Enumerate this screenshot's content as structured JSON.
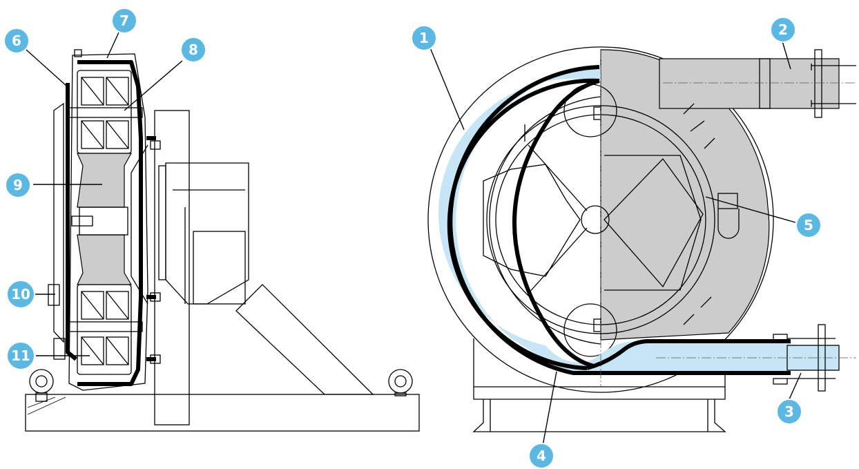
{
  "colors": {
    "callout_fill": "#5bb8e3",
    "hose_fill": "#c7e6f5",
    "housing_grey": "#cccccc",
    "line": "#000000"
  },
  "callouts": [
    {
      "id": "1",
      "label": "1"
    },
    {
      "id": "2",
      "label": "2"
    },
    {
      "id": "3",
      "label": "3"
    },
    {
      "id": "4",
      "label": "4"
    },
    {
      "id": "5",
      "label": "5"
    },
    {
      "id": "6",
      "label": "6"
    },
    {
      "id": "7",
      "label": "7"
    },
    {
      "id": "8",
      "label": "8"
    },
    {
      "id": "9",
      "label": "9"
    },
    {
      "id": "10",
      "label": "10"
    },
    {
      "id": "11",
      "label": "11"
    }
  ]
}
